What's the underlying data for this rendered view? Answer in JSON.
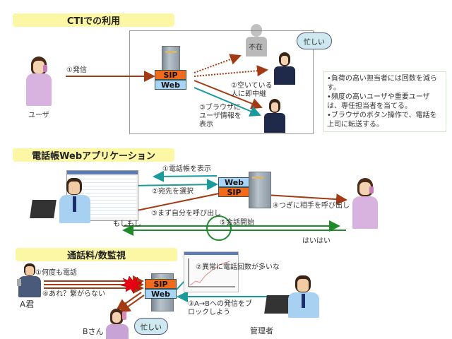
{
  "sections": {
    "cti": {
      "title": "CTIでの利用",
      "user_label": "ユーザ",
      "step1": "①発信",
      "absent": "不在",
      "busy": "忙しい",
      "step2": [
        "②空いている",
        "人に即中継"
      ],
      "step3": [
        "③ブラウザに",
        "ユーザ情報を",
        "表示"
      ],
      "server": {
        "sip": "SIP",
        "web": "Web"
      },
      "notes": [
        "•負荷の高い担当者には回数を減らす。",
        "•頻度の高いユーザや重要ユーザは、専任担当者を当てる。",
        "•ブラウザのボタン操作で、電話を上司に転送する。"
      ]
    },
    "phonebook": {
      "title": "電話帳Webアプリケーション",
      "step1": "①電話帳を表示",
      "step2": "②宛先を選択",
      "step3": "③まず自分を呼び出し",
      "step4": "④つぎに相手を呼び出し",
      "step5": "⑤会話開始",
      "caller_says": "もしもし",
      "callee_says": "はいはい",
      "server": {
        "web": "Web",
        "sip": "SIP"
      }
    },
    "monitor": {
      "title": "通話料/数監視",
      "step1": "①何度も電話",
      "step2": "②異常に電話回数が多いな",
      "step3": [
        "③A→Bへの発信をブ",
        "ロックしよう"
      ],
      "step4": "④あれ？繋がらない",
      "a_label": "A君",
      "b_label": "Bさん",
      "busy": "忙しい",
      "admin_label": "管理者",
      "server": {
        "sip": "SIP",
        "web": "Web"
      }
    }
  },
  "colors": {
    "title_bg": "#fbf7a4",
    "sip": "#f26a1b",
    "web": "#a9d4f5",
    "arrow_red": "#a33a14",
    "arrow_teal": "#1a9a9a",
    "arrow_green": "#1e8a2a"
  }
}
